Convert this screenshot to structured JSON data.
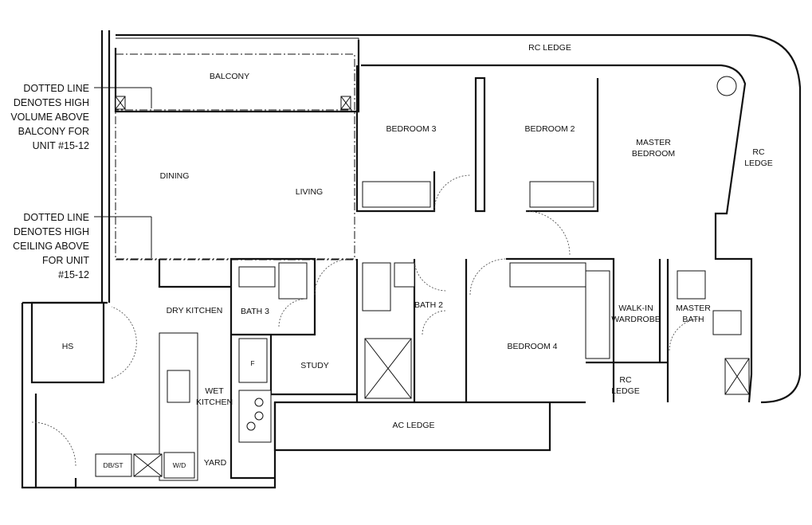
{
  "notes": {
    "balcony_note": [
      "DOTTED LINE",
      "DENOTES HIGH",
      "VOLUME ABOVE",
      "BALCONY FOR",
      "UNIT #15-12"
    ],
    "ceiling_note": [
      "DOTTED LINE",
      "DENOTES HIGH",
      "CEILING ABOVE",
      "FOR UNIT",
      "#15-12"
    ]
  },
  "rooms": {
    "rc_ledge_top": "RC LEDGE",
    "balcony": "BALCONY",
    "bedroom3": "BEDROOM 3",
    "bedroom2": "BEDROOM 2",
    "master_bedroom": [
      "MASTER",
      "BEDROOM"
    ],
    "rc_ledge_right": [
      "RC",
      "LEDGE"
    ],
    "dining": "DINING",
    "living": "LIVING",
    "dry_kitchen": "DRY KITCHEN",
    "bath3": "BATH 3",
    "bath2": "BATH 2",
    "hs": "HS",
    "study": "STUDY",
    "bedroom4": "BEDROOM 4",
    "walk_in_wardrobe": [
      "WALK-IN",
      "WARDROBE"
    ],
    "master_bath": [
      "MASTER",
      "BATH"
    ],
    "rc_ledge_bottom": [
      "RC",
      "LEDGE"
    ],
    "wet_kitchen": [
      "WET",
      "KITCHEN"
    ],
    "ac_ledge": "AC LEDGE",
    "yard": "YARD",
    "db_st": "DB/ST",
    "wd": "W/D",
    "fridge": "F"
  }
}
